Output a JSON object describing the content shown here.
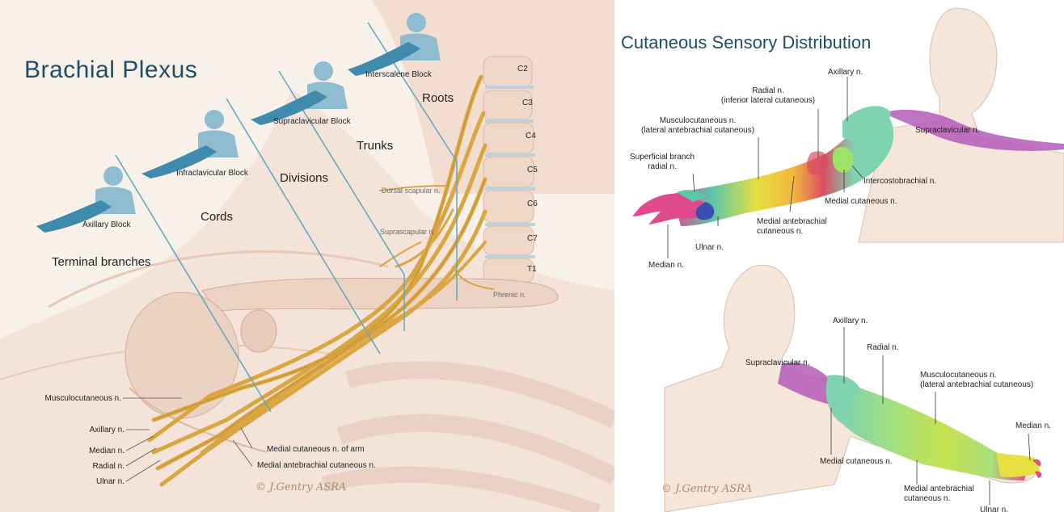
{
  "brachial": {
    "title": "Brachial Plexus",
    "blocks": {
      "interscalene": "Interscalene Block",
      "supraclavicular": "Supraclavicular Block",
      "infraclavicular": "Infraclavicular Block",
      "axillary": "Axillary Block"
    },
    "levels": {
      "roots": "Roots",
      "trunks": "Trunks",
      "divisions": "Divisions",
      "cords": "Cords",
      "terminal": "Terminal branches"
    },
    "vertebrae": [
      "C2",
      "C3",
      "C4",
      "C5",
      "C6",
      "C7",
      "T1"
    ],
    "nerves_small": {
      "dorsal_scapular": "Dorsal scapular n.",
      "suprascapular": "Suprascapular n.",
      "phrenic": "Phrenic n."
    },
    "terminal_nerves": {
      "musculocutaneous": "Musculocutaneous n.",
      "axillary": "Axillary n.",
      "median": "Median n.",
      "radial": "Radial n.",
      "ulnar": "Ulnar n."
    },
    "cutaneous_nerves": {
      "medial_arm": "Medial cutaneous n. of arm",
      "medial_antebrachial": "Medial antebrachial cutaneous n."
    },
    "signature": "ASRA"
  },
  "sensory": {
    "title": "Cutaneous Sensory Distribution",
    "front": {
      "axillary": "Axillary n.",
      "radial_line1": "Radial n.",
      "radial_line2": "(inferior lateral cutaneous)",
      "musculo_line1": "Musculocutaneous n.",
      "musculo_line2": "(lateral antebrachial cutaneous)",
      "superficial_line1": "Superficial branch",
      "superficial_line2": "radial n.",
      "supraclavicular": "Supraclavicular n.",
      "intercostobrachial": "Intercostobrachial n.",
      "medial_cutaneous": "Medial cutaneous n.",
      "medial_ante_line1": "Medial antebrachial",
      "medial_ante_line2": "cutaneous n.",
      "ulnar": "Ulnar n.",
      "median": "Median n."
    },
    "back": {
      "axillary": "Axillary n.",
      "radial": "Radial n.",
      "supraclavicular": "Supraclavicular n.",
      "musculo_line1": "Musculocutaneous n.",
      "musculo_line2": "(lateral antebrachial cutaneous)",
      "median": "Median n.",
      "medial_cutaneous": "Medial cutaneous n.",
      "medial_ante_line1": "Medial antebrachial",
      "medial_ante_line2": "cutaneous n.",
      "ulnar": "Ulnar n."
    },
    "signature": "ASRA"
  },
  "colors": {
    "title": "#1e4f66",
    "block_line": "#5aa9bf",
    "nerve": "#d9a642",
    "supraclavicular_zone": "#b45ab8",
    "axillary_zone": "#7fd3b0",
    "radial_zone": "#d94f62",
    "musculo_zone": "#e6e040",
    "median_zone": "#e04a8c",
    "ulnar_zone": "#3a4fb0",
    "medial_zone": "#9fe26a"
  }
}
